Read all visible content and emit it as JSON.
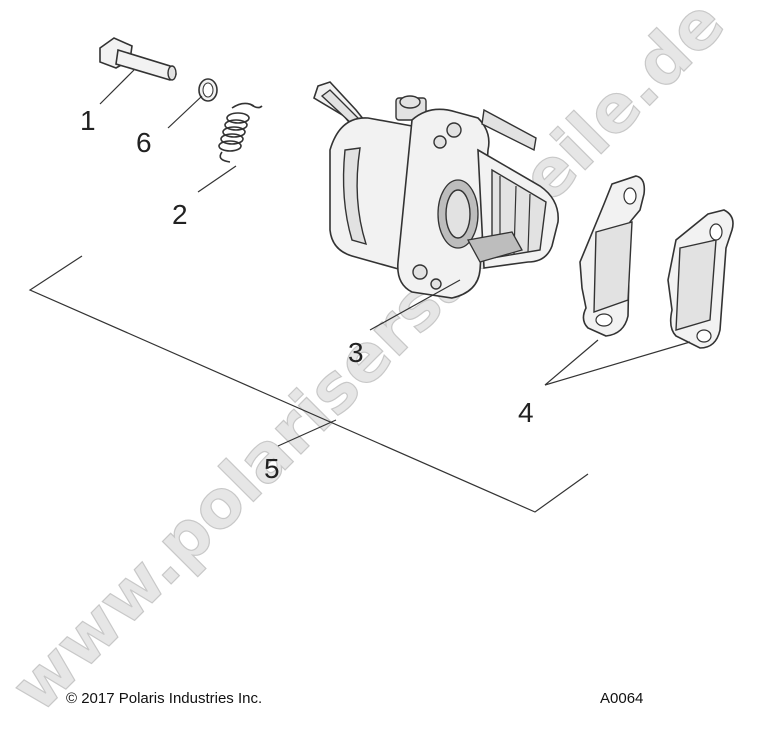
{
  "watermark": "www.polarisersatzteile.de",
  "callouts": {
    "bolt": "1",
    "spring": "2",
    "caliper": "3",
    "pads": "4",
    "kit": "5",
    "ring": "6"
  },
  "footer": {
    "copyright": "© 2017 Polaris Industries Inc.",
    "figure_id": "A0064"
  }
}
